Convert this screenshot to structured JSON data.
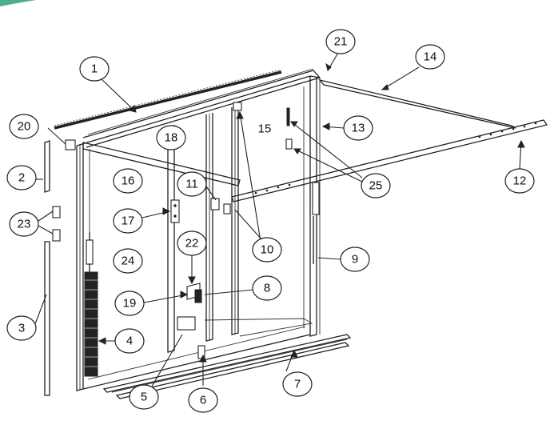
{
  "figure": {
    "callouts": [
      {
        "id": "c1",
        "label": "1"
      },
      {
        "id": "c2",
        "label": "2"
      },
      {
        "id": "c3",
        "label": "3"
      },
      {
        "id": "c4",
        "label": "4"
      },
      {
        "id": "c5",
        "label": "5"
      },
      {
        "id": "c6",
        "label": "6"
      },
      {
        "id": "c7",
        "label": "7"
      },
      {
        "id": "c8",
        "label": "8"
      },
      {
        "id": "c9",
        "label": "9"
      },
      {
        "id": "c10",
        "label": "10"
      },
      {
        "id": "c11",
        "label": "11"
      },
      {
        "id": "c12",
        "label": "12"
      },
      {
        "id": "c13",
        "label": "13"
      },
      {
        "id": "c14",
        "label": "14"
      },
      {
        "id": "c15",
        "label": "15"
      },
      {
        "id": "c16",
        "label": "16"
      },
      {
        "id": "c17",
        "label": "17"
      },
      {
        "id": "c18",
        "label": "18"
      },
      {
        "id": "c19",
        "label": "19"
      },
      {
        "id": "c20",
        "label": "20"
      },
      {
        "id": "c21",
        "label": "21"
      },
      {
        "id": "c22",
        "label": "22"
      },
      {
        "id": "c23",
        "label": "23"
      },
      {
        "id": "c24",
        "label": "24"
      },
      {
        "id": "c25",
        "label": "25"
      }
    ]
  }
}
